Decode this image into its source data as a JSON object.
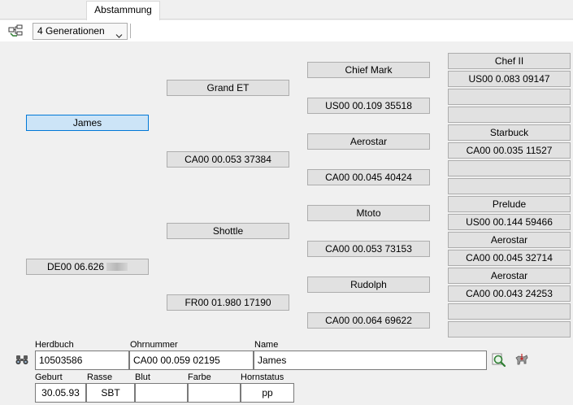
{
  "tabs": [
    {
      "label": "Abstammung",
      "active": true
    }
  ],
  "toolbar": {
    "generations_value": "4 Generationen"
  },
  "pedigree": {
    "animal": {
      "name": "James",
      "id": "DE00 06.626"
    },
    "parents": [
      {
        "name": "Grand  ET",
        "id": "CA00 00.053 37384"
      },
      {
        "name": "Shottle",
        "id": "FR00 01.980 17190"
      }
    ],
    "grandparents": [
      {
        "name": "Chief Mark",
        "id": "US00 00.109 35518"
      },
      {
        "name": "Aerostar",
        "id": "CA00 00.045 40424"
      },
      {
        "name": "Mtoto",
        "id": "CA00 00.053 73153"
      },
      {
        "name": "Rudolph",
        "id": "CA00 00.064 69622"
      }
    ],
    "great_grandparents": [
      {
        "name": "Chef II",
        "id": "US00 0.083 09147"
      },
      {
        "name": "",
        "id": ""
      },
      {
        "name": "Starbuck",
        "id": "CA00 00.035 11527"
      },
      {
        "name": "",
        "id": ""
      },
      {
        "name": "Prelude",
        "id": "US00 00.144 59466"
      },
      {
        "name": "Aerostar",
        "id": "CA00 00.045 32714"
      },
      {
        "name": "Aerostar",
        "id": "CA00 00.043 24253"
      },
      {
        "name": "",
        "id": ""
      }
    ]
  },
  "details": {
    "labels": {
      "herdbuch": "Herdbuch",
      "ohrnummer": "Ohrnummer",
      "name": "Name",
      "geburt": "Geburt",
      "rasse": "Rasse",
      "blut": "Blut",
      "farbe": "Farbe",
      "hornstatus": "Hornstatus"
    },
    "values": {
      "herdbuch": "10503586",
      "ohrnummer": "CA00 00.059 02195",
      "name": "James",
      "geburt": "30.05.93",
      "rasse": "SBT",
      "blut": "",
      "farbe": "",
      "hornstatus": "pp"
    }
  },
  "icons": {
    "toolbar": "pedigree-tree-icon",
    "search": "binoculars-icon",
    "lookup": "magnifier-icon",
    "animal": "cow-icon"
  }
}
